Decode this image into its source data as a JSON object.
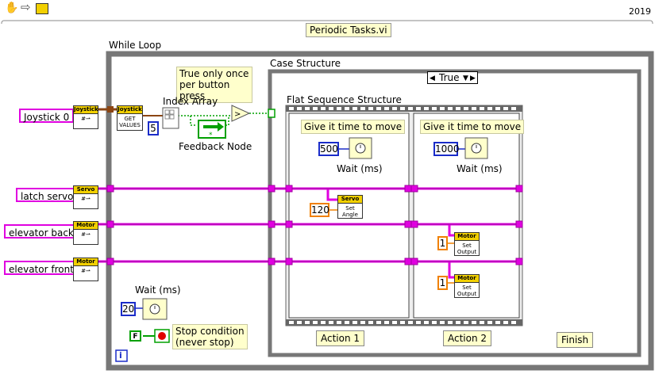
{
  "toolbar": {
    "version": "2019"
  },
  "diagram": {
    "title": "Periodic Tasks.vi",
    "while_loop_label": "While Loop",
    "case_structure_label": "Case Structure",
    "case_selector_value": "True",
    "flat_sequence_label": "Flat Sequence Structure",
    "comment_button_press": "True only once per button press",
    "index_array_label": "Index Array",
    "feedback_node_label": "Feedback Node",
    "index_constant": "5",
    "frame1_comment": "Give it time to move",
    "frame1_wait_value": "500",
    "frame1_wait_label": "Wait (ms)",
    "frame2_comment": "Give it time to move",
    "frame2_wait_value": "1000",
    "frame2_wait_label": "Wait (ms)",
    "servo_angle_value": "120",
    "motor_output_1_value": "1",
    "motor_output_2_value": "1",
    "loop_wait_label": "Wait (ms)",
    "loop_wait_value": "20",
    "false_constant": "F",
    "stop_comment_line1": "Stop condition",
    "stop_comment_line2": "(never stop)",
    "iteration_label": "i",
    "action1_label": "Action 1",
    "action2_label": "Action 2",
    "finish_label": "Finish",
    "controls": [
      "Joystick 0",
      "latch servo",
      "elevator back",
      "elevator front"
    ],
    "vi_headers": {
      "joystick": "Joystick",
      "servo": "Servo",
      "motor": "Motor"
    },
    "vi_bodies": {
      "get_values": "GET VALUES",
      "set_angle": "Set Angle",
      "set_output": "Set Output"
    }
  },
  "colors": {
    "wire_refnum": "#e000e0",
    "wire_numeric_blue": "#1a2cc9",
    "wire_numeric_orange": "#f08000",
    "wire_boolean": "#00a000",
    "loop_border": "#808080",
    "comment_bg": "#ffffcc",
    "vi_header": "#f2d000"
  }
}
